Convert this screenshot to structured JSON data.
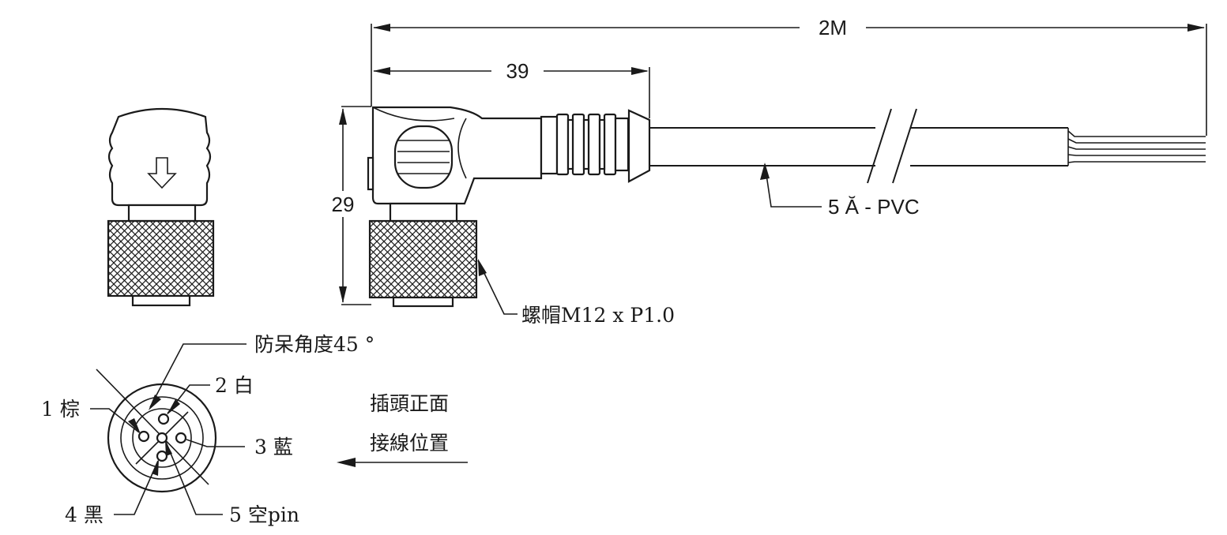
{
  "dimensions": {
    "overall_length": "2M",
    "body_length": "39",
    "body_height": "29"
  },
  "callouts": {
    "cable": "5 Ă - PVC",
    "nut": "螺帽M12 x P1.0",
    "keying": "防呆角度45 °"
  },
  "pins": [
    {
      "label": "1 棕"
    },
    {
      "label": "2 白"
    },
    {
      "label": "3 藍"
    },
    {
      "label": "4 黑"
    },
    {
      "label": "5 空pin"
    }
  ],
  "face_note": {
    "line1": "插頭正面",
    "line2": "接線位置"
  },
  "icons": {
    "connector_top_view": "connector-top-icon",
    "insert_arrow": "down-arrow-icon"
  }
}
